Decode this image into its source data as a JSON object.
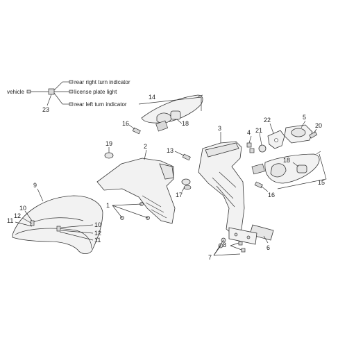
{
  "wiring": {
    "source_label": "vehicle",
    "source_number": "23",
    "outputs": [
      "rear right turn indicator",
      "license plate light",
      "rear left turn indicator"
    ]
  },
  "callouts": {
    "c1": "1",
    "c2": "2",
    "c3": "3",
    "c4": "4",
    "c5": "5",
    "c6": "6",
    "c7": "7",
    "c8": "8",
    "c9": "9",
    "c10a": "10",
    "c10b": "10",
    "c11a": "11",
    "c11b": "11",
    "c12a": "12",
    "c12b": "12",
    "c13": "13",
    "c14": "14",
    "c15": "15",
    "c16a": "16",
    "c16b": "16",
    "c17": "17",
    "c18a": "18",
    "c18b": "18",
    "c19": "19",
    "c20": "20",
    "c21": "21",
    "c22": "22"
  },
  "colors": {
    "line": "#333333",
    "fill": "#f2f2f2",
    "background": "#ffffff"
  }
}
